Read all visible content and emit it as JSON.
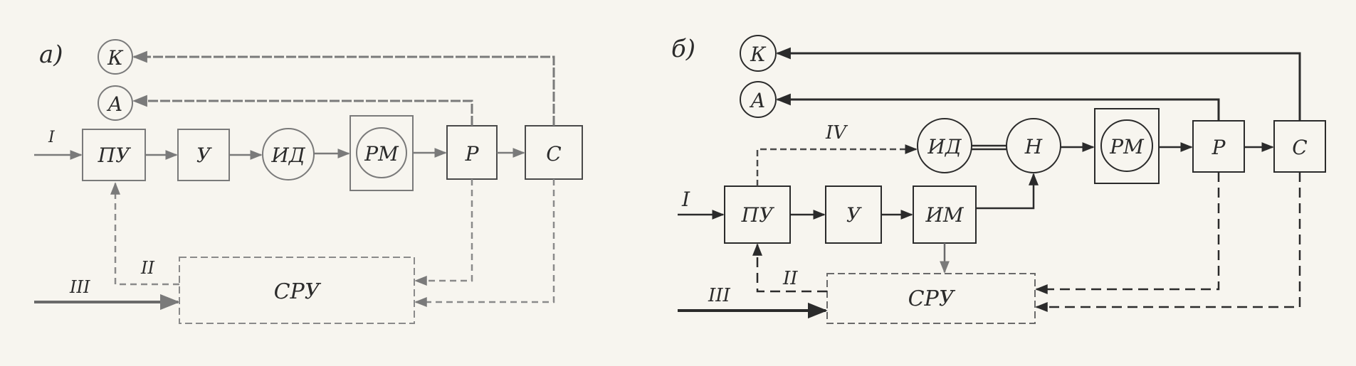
{
  "panel_a": {
    "label": "а)",
    "blocks": {
      "k": "К",
      "a": "А",
      "pu": "ПУ",
      "u": "У",
      "id": "ИД",
      "rm": "РМ",
      "r": "Р",
      "c": "С",
      "sru": "СРУ"
    },
    "signals": {
      "input": "I",
      "ii": "II",
      "iii": "III"
    }
  },
  "panel_b": {
    "label": "б)",
    "blocks": {
      "k": "К",
      "a": "А",
      "pu": "ПУ",
      "u": "У",
      "im": "ИМ",
      "id": "ИД",
      "n": "Н",
      "rm": "РМ",
      "r": "Р",
      "c": "С",
      "sru": "СРУ"
    },
    "signals": {
      "input": "I",
      "ii": "II",
      "iii": "III",
      "iv": "IV"
    }
  },
  "colors": {
    "ink": "#2b2b2b",
    "ink_light": "#7a7a7a",
    "paper": "#f7f5ef"
  }
}
